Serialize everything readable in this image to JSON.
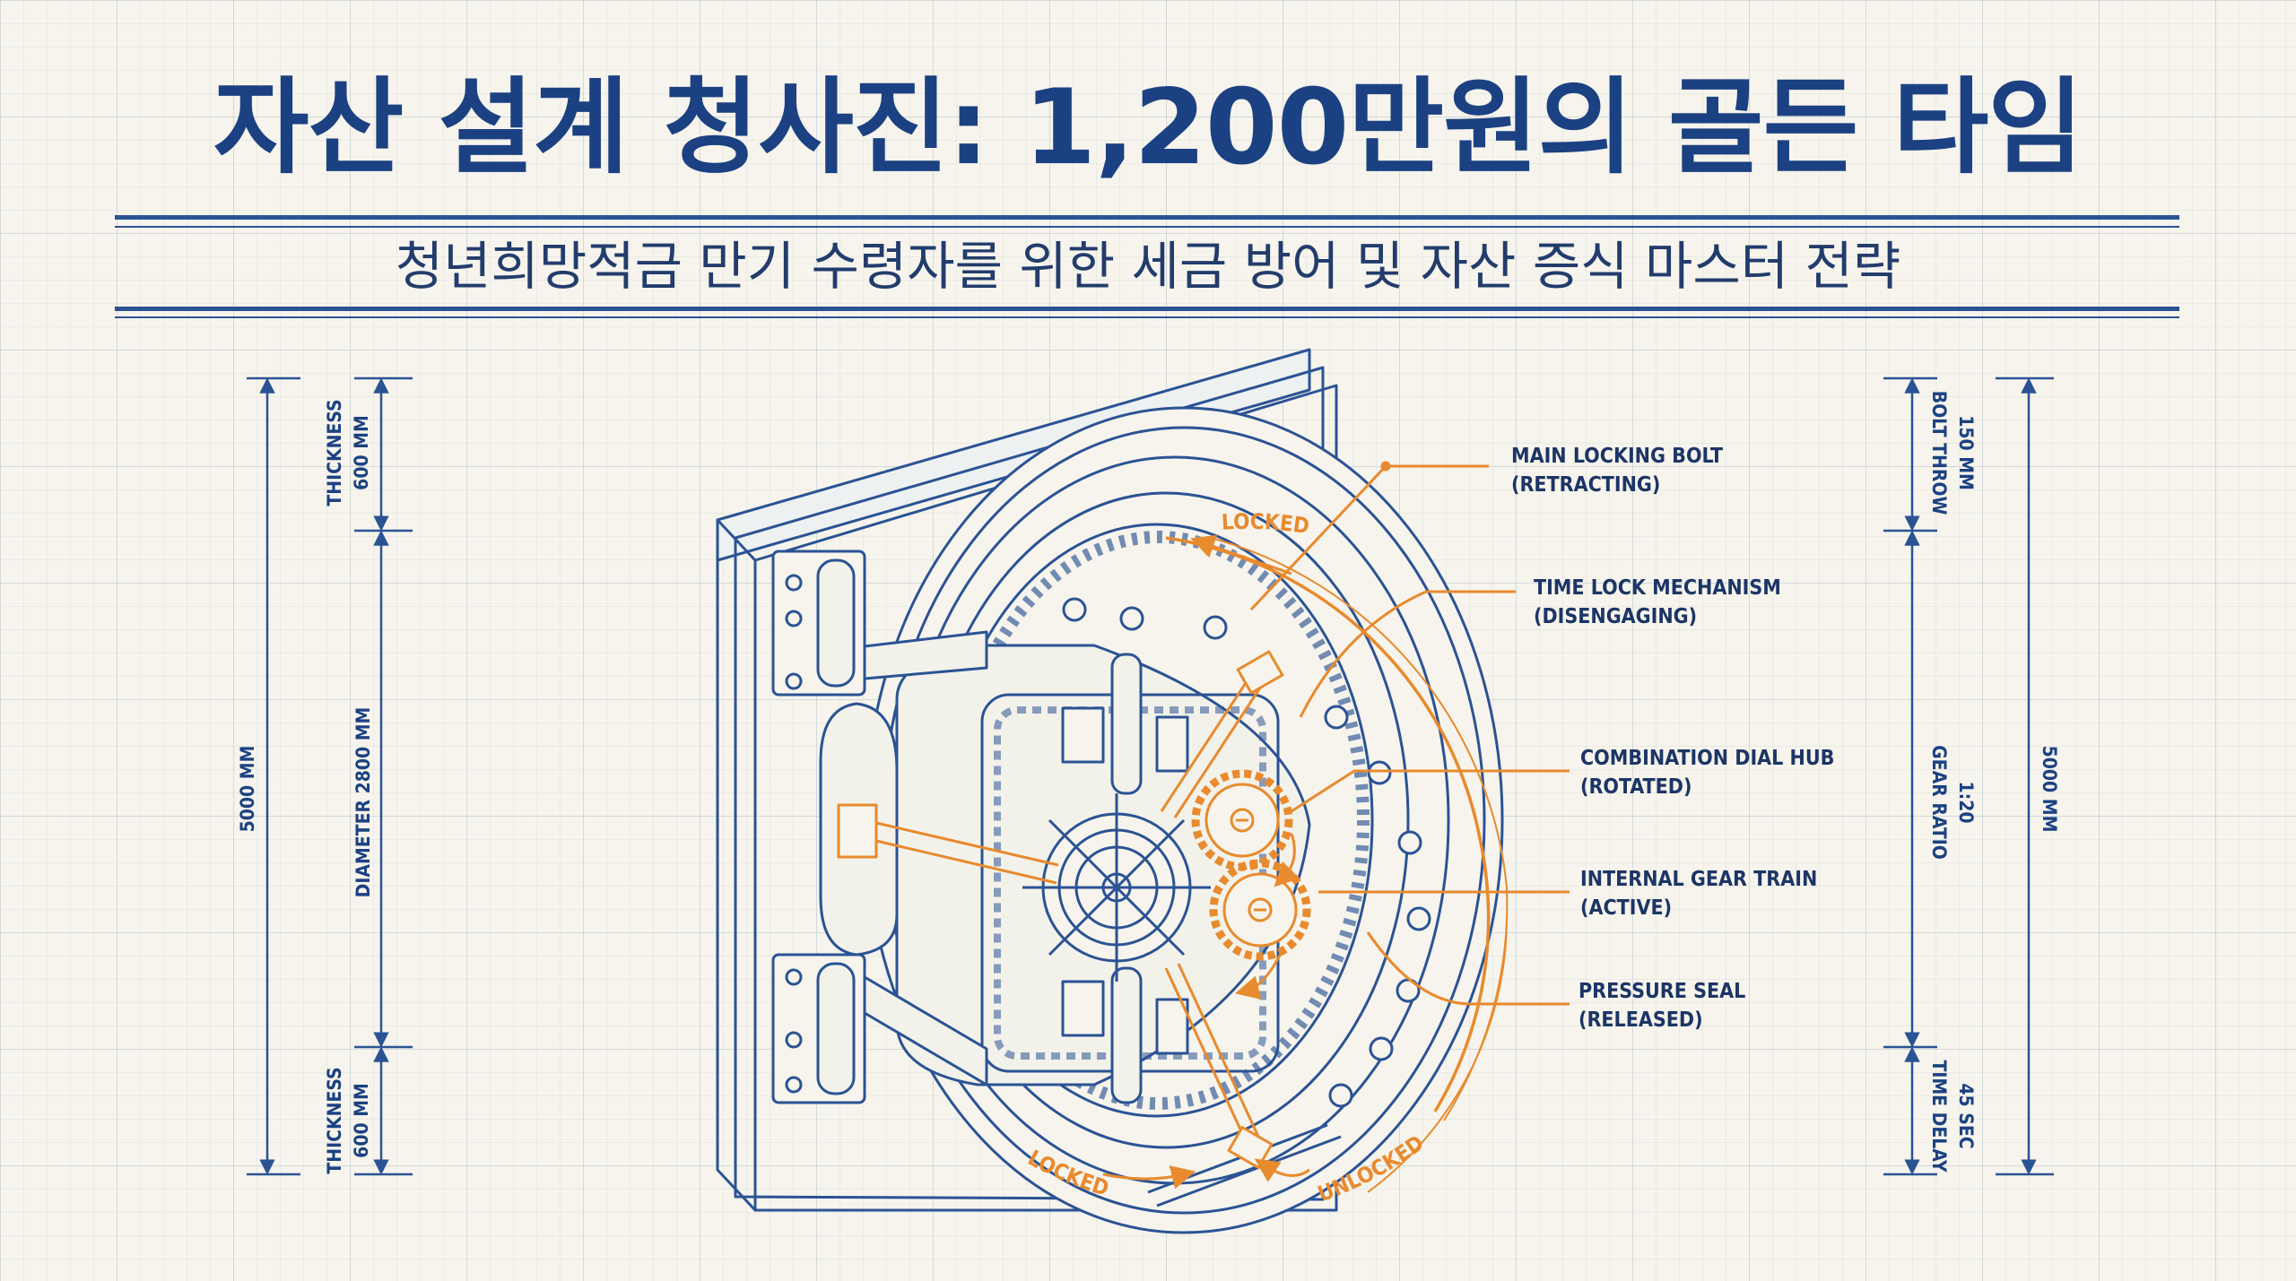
{
  "header": {
    "title": "자산 설계 청사진: 1,200만원의 골든 타임",
    "subtitle": "청년희망적금 만기 수령자를 위한 세금 방어 및 자산 증식 마스터 전략"
  },
  "left_dimensions": {
    "total": "5000 MM",
    "top_thickness": [
      "THICKNESS",
      "600 MM"
    ],
    "diameter": "DIAMETER 2800 MM",
    "bottom_thickness": [
      "THICKNESS",
      "600 MM"
    ]
  },
  "right_dimensions": {
    "total": "5000 MM",
    "bolt_throw": [
      "BOLT THROW",
      "150 MM"
    ],
    "gear_ratio": [
      "GEAR RATIO",
      "1:20"
    ],
    "time_delay": [
      "TIME DELAY",
      "45 SEC"
    ]
  },
  "callouts": [
    {
      "title": "MAIN LOCKING BOLT",
      "state": "(RETRACTING)"
    },
    {
      "title": "TIME LOCK MECHANISM",
      "state": "(DISENGAGING)"
    },
    {
      "title": "COMBINATION DIAL HUB",
      "state": "(ROTATED)"
    },
    {
      "title": "INTERNAL GEAR TRAIN",
      "state": "(ACTIVE)"
    },
    {
      "title": "PRESSURE SEAL",
      "state": "(RELEASED)"
    }
  ],
  "arc_labels": {
    "top_locked": "LOCKED",
    "bottom_locked": "LOCKED",
    "bottom_unlocked": "UNLOCKED"
  },
  "colors": {
    "blueprint_blue": "#1c4182",
    "line_blue": "#2b5394",
    "accent_orange": "#e88a2e",
    "paper": "#f6f4ec"
  }
}
